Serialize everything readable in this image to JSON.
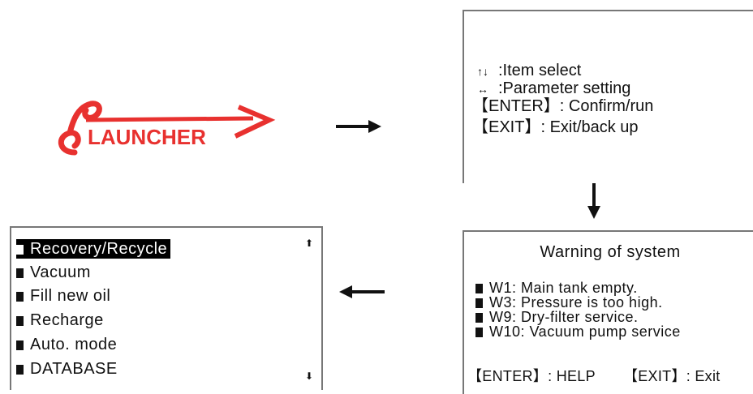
{
  "logo": {
    "text": "LAUNCHER",
    "brand_color": "#e8312f"
  },
  "help_screen": {
    "lines": [
      {
        "symbol": "↑↓",
        "text": ":Item select"
      },
      {
        "symbol": "↔",
        "text": ":Parameter setting"
      },
      {
        "symbol": "",
        "text": "【ENTER】: Confirm/run"
      },
      {
        "symbol": "",
        "text": "【EXIT】: Exit/back up"
      }
    ]
  },
  "menu_screen": {
    "items": [
      {
        "label": "Recovery/Recycle",
        "selected": true
      },
      {
        "label": "Vacuum",
        "selected": false
      },
      {
        "label": "Fill new oil",
        "selected": false
      },
      {
        "label": "Recharge",
        "selected": false
      },
      {
        "label": "Auto. mode",
        "selected": false
      },
      {
        "label": "DATABASE",
        "selected": false
      }
    ],
    "scroll_up_icon": "arrow-up-icon",
    "scroll_down_icon": "arrow-down-icon"
  },
  "warning_screen": {
    "title": "Warning of system",
    "items": [
      "W1: Main tank empty.",
      "W3: Pressure is too high.",
      "W9: Dry-filter service.",
      "W10: Vacuum pump service"
    ],
    "footer_enter": "【ENTER】: HELP",
    "footer_exit": "【EXIT】: Exit"
  }
}
